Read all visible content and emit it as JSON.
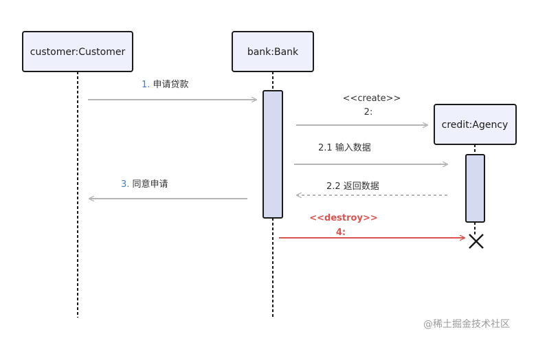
{
  "participants": {
    "customer": "customer:Customer",
    "bank": "bank:Bank",
    "credit": "credit:Agency"
  },
  "messages": {
    "m1_num": "1.",
    "m1_text": " 申请贷款",
    "m2_stereo": "<<create>>",
    "m2_num": "2:",
    "m21": "2.1 输入数据",
    "m22": "2.2 返回数据",
    "m3_num": "3.",
    "m3_text": " 同意申请",
    "m4_stereo": "<<destroy>>",
    "m4_num": "4:"
  },
  "watermark": "@稀土掘金技术社区",
  "colors": {
    "accent_red": "#d9534f",
    "message_gray": "#b5b5b5",
    "number_blue": "#3d7fb8",
    "box_fill": "#eef1fb",
    "activation_fill": "#d6daf0"
  },
  "icons": {
    "destroy_marker": "x-cross-icon"
  }
}
